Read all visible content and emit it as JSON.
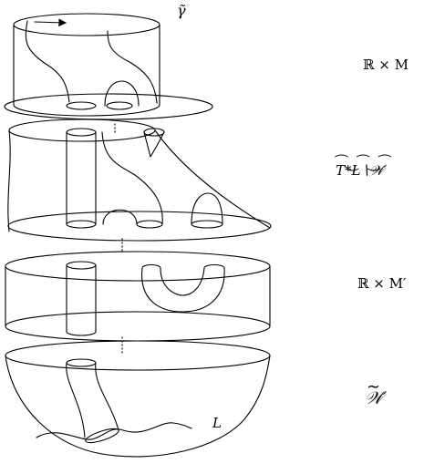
{
  "labels": {
    "gamma_tilde": "γ̃",
    "level1": "ℝ × M",
    "level2": "T*L∖𝒲′",
    "level3": "ℝ × M′",
    "level4": "𝒲′",
    "curve_L": "L"
  },
  "colors": {
    "stroke": "#000000",
    "background": "#ffffff"
  }
}
